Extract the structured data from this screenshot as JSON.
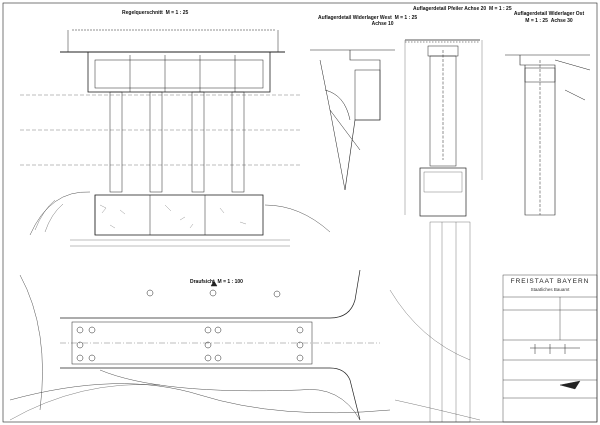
{
  "views": {
    "section": {
      "title": "Regelquerschnitt",
      "scale": "M = 1 : 25"
    },
    "abutment_west": {
      "title": "Auflagerdetail Widerlager West",
      "scale": "M = 1 : 25",
      "axis": "Achse 10"
    },
    "pier": {
      "title": "Auflagerdetail Pfeiler Achse 20",
      "scale": "M = 1 : 25"
    },
    "abutment_east": {
      "title": "Auflagerdetail Widerlager Ost",
      "scale": "M = 1 : 25",
      "axis": "Achse 30"
    },
    "plan": {
      "title": "Draufsicht",
      "scale": "M = 1 : 100"
    }
  },
  "title_block": {
    "authority": "FREISTAAT BAYERN",
    "office": "Staatliches Bauamt"
  }
}
